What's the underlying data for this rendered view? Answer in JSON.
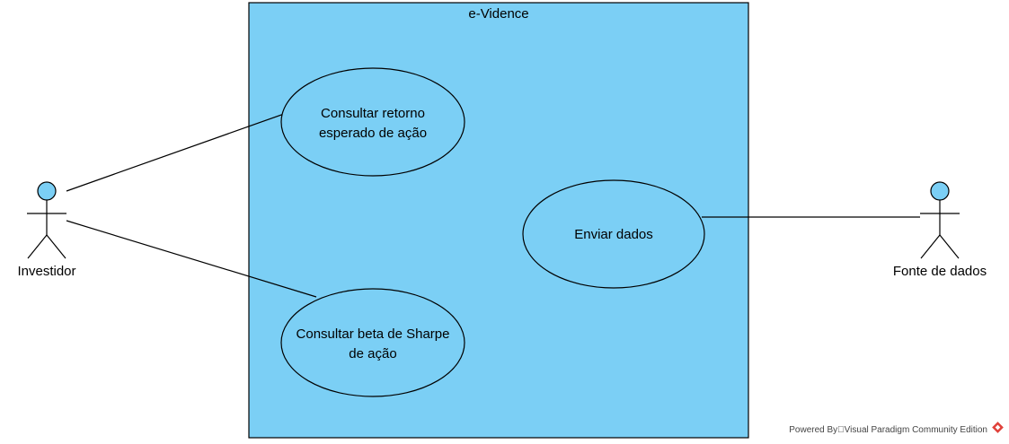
{
  "system": {
    "name": "e-Vidence"
  },
  "actors": {
    "investidor": {
      "label": "Investidor"
    },
    "fonte": {
      "label": "Fonte de dados"
    }
  },
  "use_cases": {
    "retorno": {
      "line1": "Consultar retorno",
      "line2": "esperado de ação"
    },
    "beta": {
      "line1": "Consultar beta de Sharpe",
      "line2": "de ação"
    },
    "enviar": {
      "line1": "Enviar dados"
    }
  },
  "watermark": {
    "text": "Powered By\u0000Visual Paradigm Community Edition"
  },
  "colors": {
    "fill": "#7bcff5",
    "stroke": "#000000",
    "logo": "#e0413a"
  }
}
